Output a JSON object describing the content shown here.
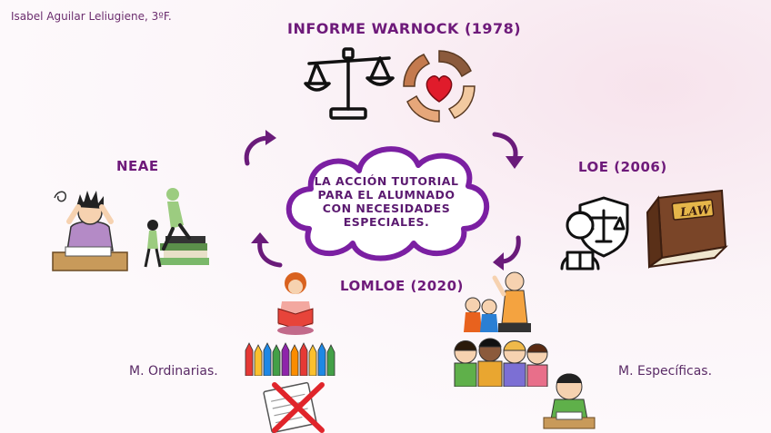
{
  "author": "Isabel Aguilar Leliugiene, 3ºF.",
  "titles": {
    "warnock": "INFORME WARNOCK (1978)",
    "neae": "NEAE",
    "loe": "LOE (2006)",
    "lomloe": "LOMLOE (2020)"
  },
  "center": {
    "lines": [
      "LA ACCIÓN TUTORIAL",
      "PARA EL ALUMNADO",
      "CON NECESIDADES",
      "ESPECIALES."
    ]
  },
  "labels": {
    "ordinarias": "M. Ordinarias.",
    "especificas": "M. Específicas."
  },
  "book_text": "LAW",
  "colors": {
    "accent": "#6e1a7a",
    "cloud_stroke": "#7b1fa2",
    "heart": "#e01b2b"
  },
  "icons": [
    "scales-icon",
    "hands-heart-icon",
    "stressed-student-icon",
    "books-student-icon",
    "lawyer-icon",
    "law-book-icon",
    "reading-girl-icon",
    "pencils-icon",
    "crossed-paper-icon",
    "teacher-children-icon",
    "children-group-icon",
    "writing-child-icon",
    "cycle-arrow-icon"
  ]
}
